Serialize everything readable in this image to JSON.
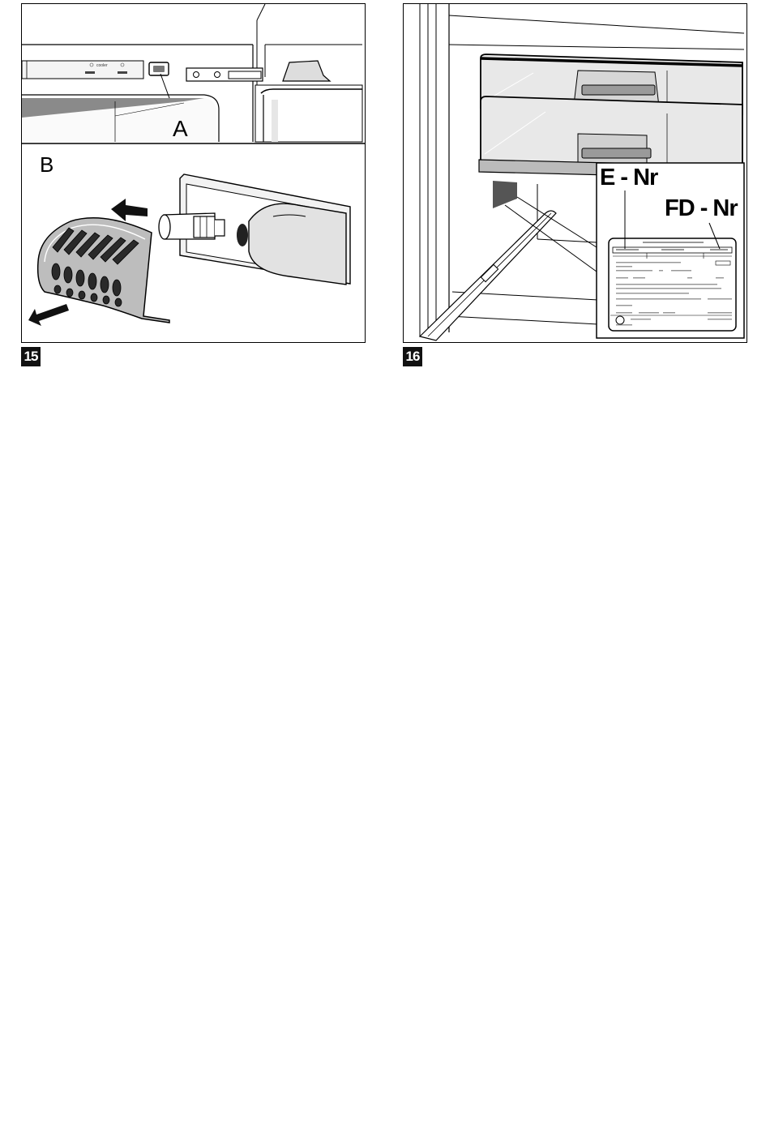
{
  "figures": [
    {
      "number": "15",
      "labels": {
        "a": "A",
        "b": "B"
      },
      "control_panel_text": "cooler"
    },
    {
      "number": "16",
      "labels": {
        "e_nr": "E - Nr",
        "fd_nr": "FD - Nr"
      }
    }
  ]
}
